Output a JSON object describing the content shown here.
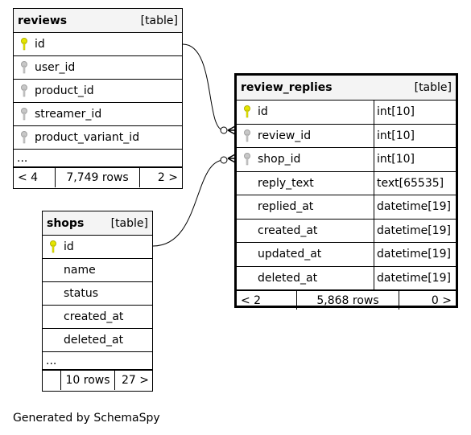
{
  "tables": {
    "reviews": {
      "name": "reviews",
      "kind": "[table]",
      "columns": [
        "id",
        "user_id",
        "product_id",
        "streamer_id",
        "product_variant_id"
      ],
      "ellipsis": "...",
      "footer": {
        "left": "< 4",
        "middle": "7,749 rows",
        "right": "2 >"
      }
    },
    "shops": {
      "name": "shops",
      "kind": "[table]",
      "columns": [
        "id",
        "name",
        "status",
        "created_at",
        "deleted_at"
      ],
      "ellipsis": "...",
      "footer": {
        "left": "",
        "middle": "10 rows",
        "right": "27 >"
      }
    },
    "review_replies": {
      "name": "review_replies",
      "kind": "[table]",
      "columns": [
        {
          "name": "id",
          "type": "int[10]"
        },
        {
          "name": "review_id",
          "type": "int[10]"
        },
        {
          "name": "shop_id",
          "type": "int[10]"
        },
        {
          "name": "reply_text",
          "type": "text[65535]"
        },
        {
          "name": "replied_at",
          "type": "datetime[19]"
        },
        {
          "name": "created_at",
          "type": "datetime[19]"
        },
        {
          "name": "updated_at",
          "type": "datetime[19]"
        },
        {
          "name": "deleted_at",
          "type": "datetime[19]"
        }
      ],
      "footer": {
        "left": "< 2",
        "middle": "5,868 rows",
        "right": "0 >"
      }
    }
  },
  "generated_by": "Generated by SchemaSpy",
  "colors": {
    "primary_key": "#e6e600",
    "foreign_key": "#a0a0a0",
    "header_bg": "#f4f4f4"
  }
}
